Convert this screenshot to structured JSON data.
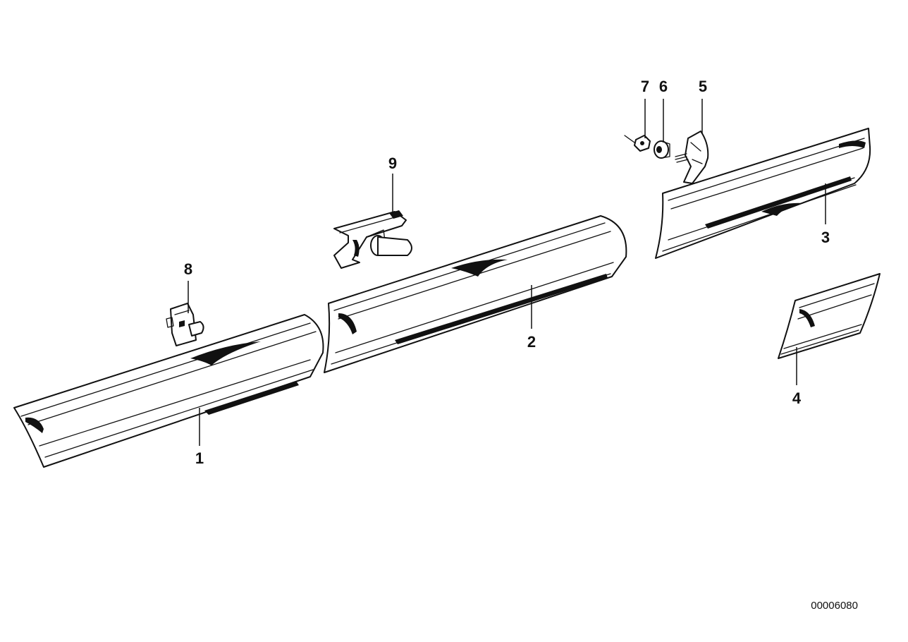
{
  "diagram": {
    "ref_number": "00006080",
    "parts": [
      {
        "label": "1"
      },
      {
        "label": "2"
      },
      {
        "label": "3"
      },
      {
        "label": "4"
      },
      {
        "label": "5"
      },
      {
        "label": "6"
      },
      {
        "label": "7"
      },
      {
        "label": "8"
      },
      {
        "label": "9"
      }
    ]
  }
}
